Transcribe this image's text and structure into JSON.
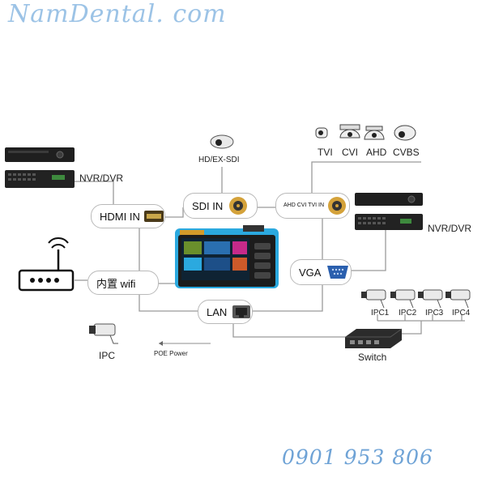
{
  "brand": "NamDental. com",
  "phone": "0901 953 806",
  "ports": {
    "hdmi_in": "HDMI IN",
    "sdi_in": "SDI IN",
    "ahd_cvi_tvi_in": "AHD CVI TVI IN",
    "wifi": "内置 wifi",
    "vga": "VGA",
    "lan": "LAN"
  },
  "labels": {
    "nvr_dvr_left": "NVR/DVR",
    "nvr_dvr_right": "NVR/DVR",
    "hd_ex_sdi": "HD/EX-SDI",
    "tvi": "TVI",
    "cvi": "CVI",
    "ahd": "AHD",
    "cvbs": "CVBS",
    "ipc": "IPC",
    "poe_power": "POE Power",
    "switch": "Switch",
    "ipc1": "IPC1",
    "ipc2": "IPC2",
    "ipc3": "IPC3",
    "ipc4": "IPC4"
  },
  "colors": {
    "brand": "#9cc3e6",
    "phone": "#6fa3d6",
    "tester_body": "#2ba9df",
    "line": "#9a9a9a"
  }
}
